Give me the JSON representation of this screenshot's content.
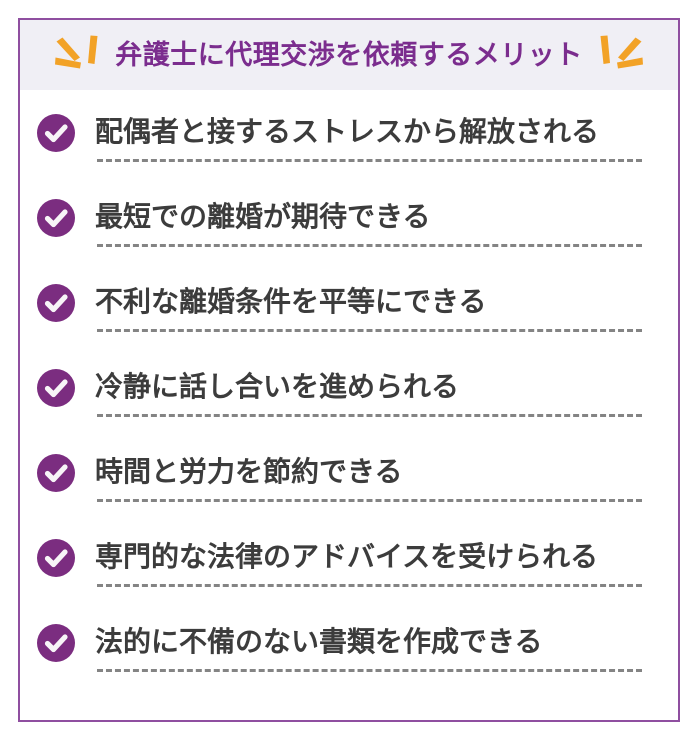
{
  "card": {
    "accent_border_color": "#8f4fa0",
    "header_background_color": "#f0eff5",
    "header": {
      "title": "弁護士に代理交渉を依頼するメリット",
      "title_color": "#7b2d8e",
      "decoration_color": "#f2a227",
      "left_decoration": "sparkle-burst-left",
      "right_decoration": "sparkle-burst-right"
    },
    "list": {
      "marker_icon": "check-circle-icon",
      "marker_color": "#7b2d80",
      "marker_glyph_color": "#ffffff",
      "text_color": "#3c3c3c",
      "separator_color": "#848484",
      "items": [
        {
          "label": "配偶者と接するストレスから解放される"
        },
        {
          "label": "最短での離婚が期待できる"
        },
        {
          "label": "不利な離婚条件を平等にできる"
        },
        {
          "label": "冷静に話し合いを進められる"
        },
        {
          "label": "時間と労力を節約できる"
        },
        {
          "label": "専門的な法律のアドバイスを受けられる"
        },
        {
          "label": "法的に不備のない書類を作成できる"
        }
      ]
    }
  }
}
